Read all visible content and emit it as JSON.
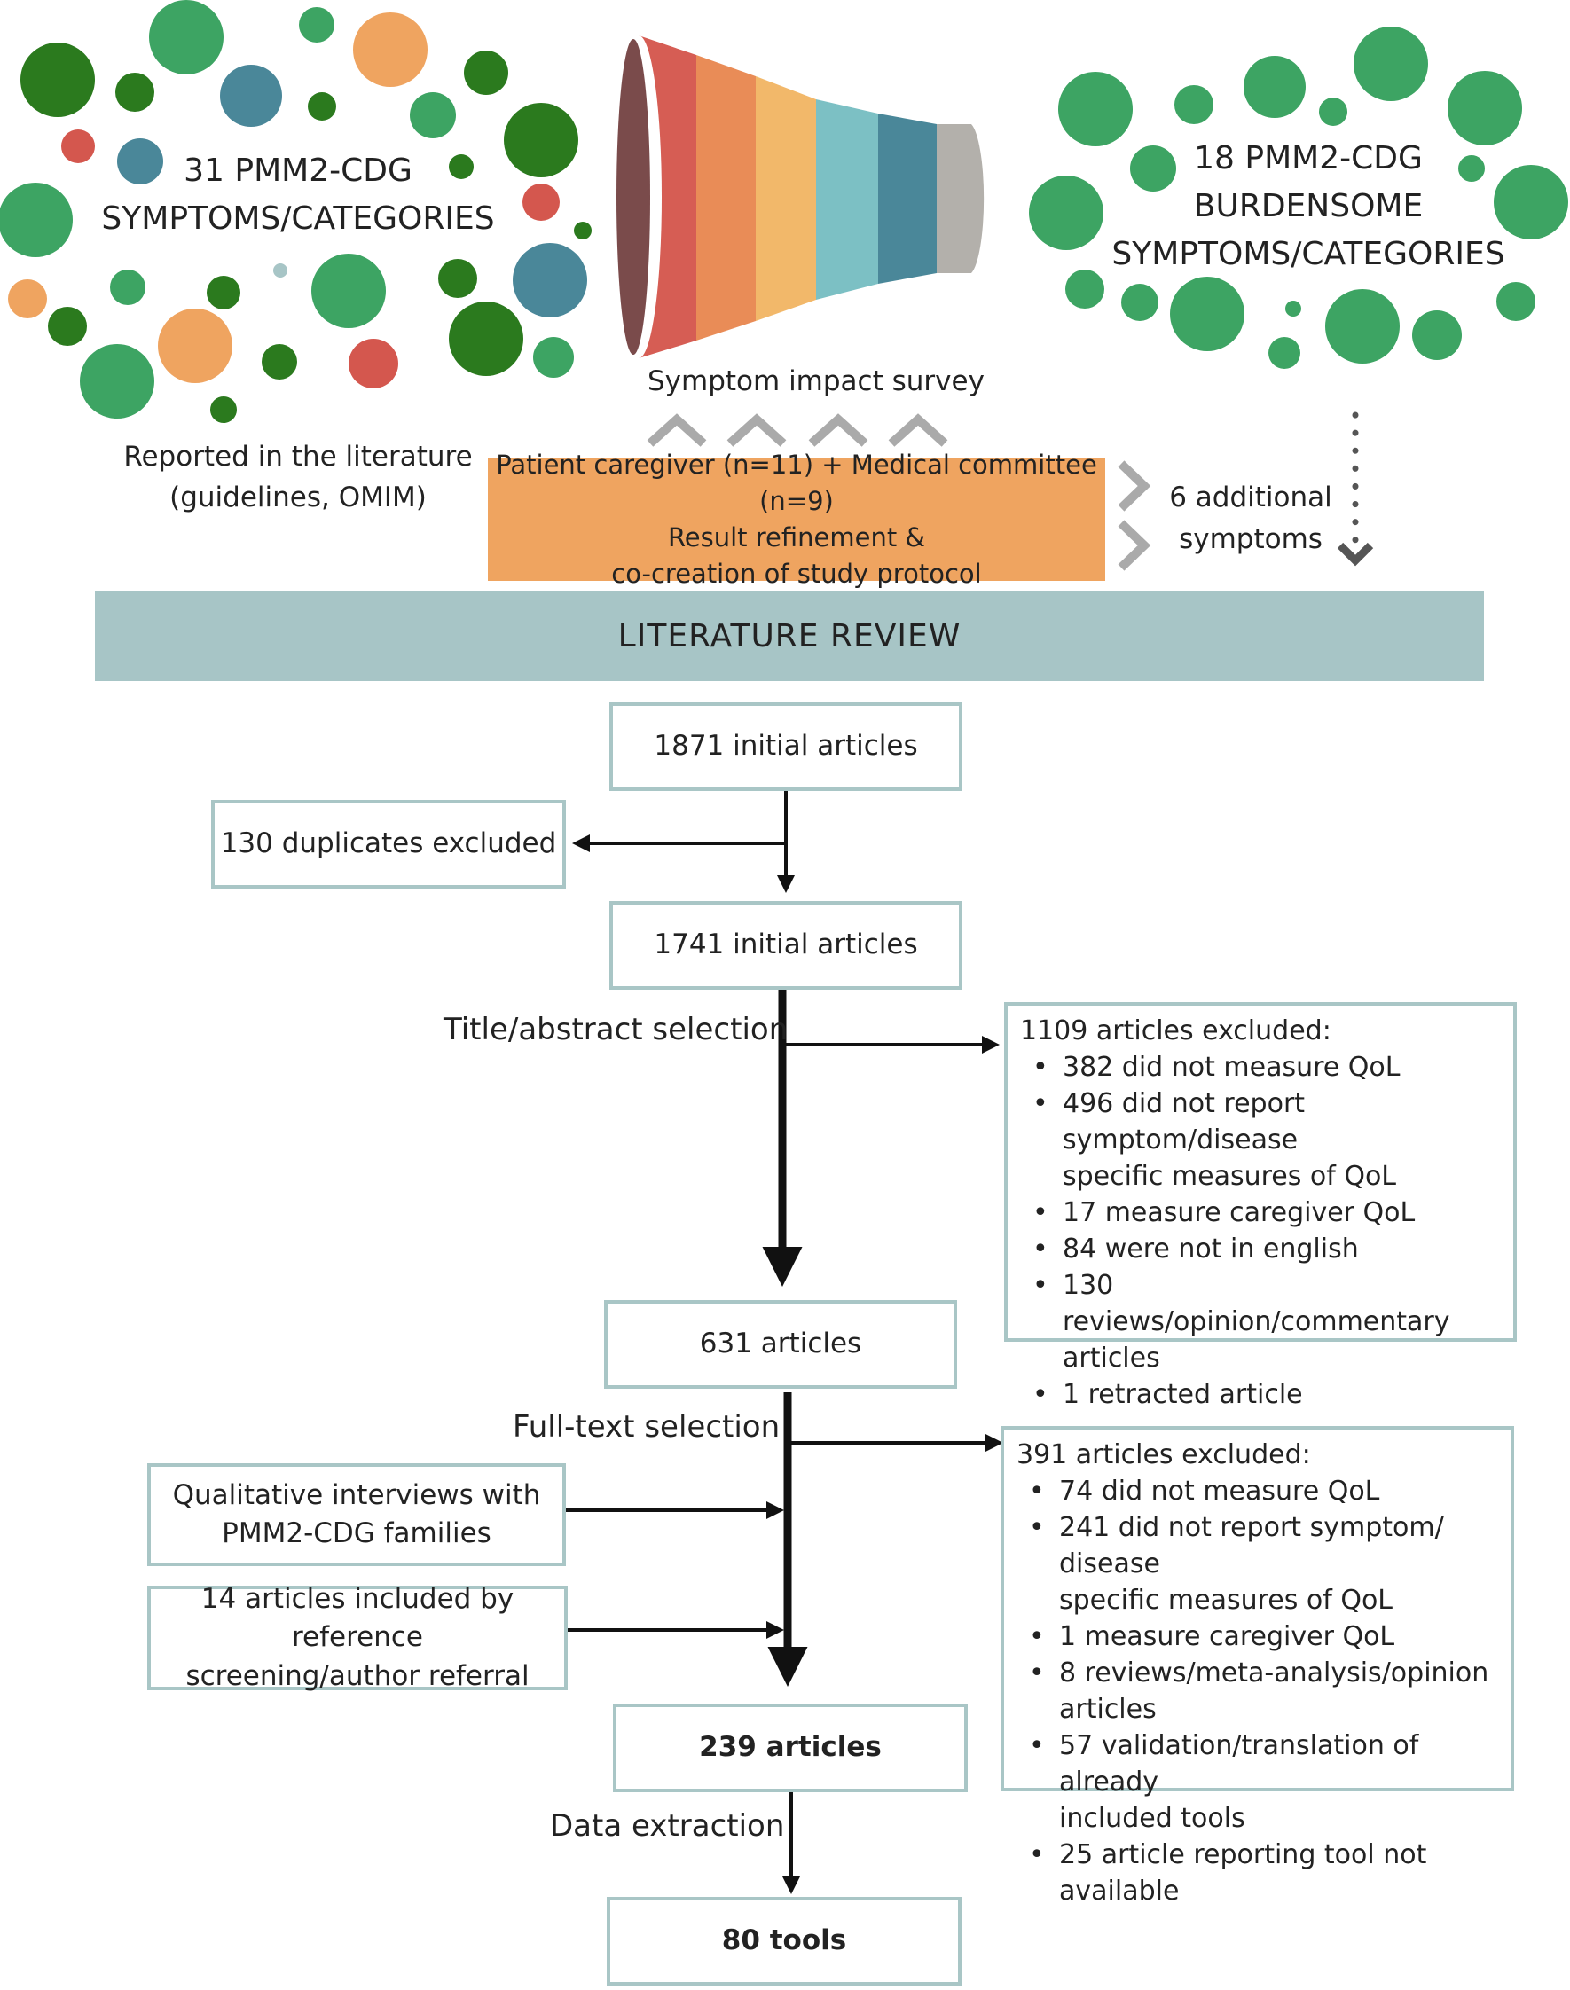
{
  "top": {
    "left_cloud": {
      "line1": "31 PMM2-CDG",
      "line2": "SYMPTOMS/CATEGORIES"
    },
    "left_caption": {
      "line1": "Reported in the literature",
      "line2": "(guidelines, OMIM)"
    },
    "survey_label": "Symptom impact survey",
    "right_cloud": {
      "line1": "18 PMM2-CDG",
      "line2": "BURDENSOME",
      "line3": "SYMPTOMS/CATEGORIES"
    },
    "committee": {
      "line1": "Patient caregiver (n=11) + Medical committee (n=9)",
      "line2": "Result refinement &",
      "line3": "co-creation of study protocol"
    },
    "additional": {
      "line1": "6 additional",
      "line2": "symptoms"
    }
  },
  "banner": "LITERATURE REVIEW",
  "flow": {
    "initial_1871": "1871 initial articles",
    "duplicates": "130 duplicates excluded",
    "initial_1741": "1741 initial articles",
    "title_abstract_label": "Title/abstract selection",
    "excluded_1": {
      "heading": "1109 articles excluded:",
      "items": [
        {
          "l1": "382 did not measure QoL",
          "l2": ""
        },
        {
          "l1": "496 did not report symptom/disease",
          "l2": "specific measures of QoL"
        },
        {
          "l1": "17 measure caregiver QoL",
          "l2": ""
        },
        {
          "l1": "84 were not in english",
          "l2": ""
        },
        {
          "l1": "130 reviews/opinion/commentary",
          "l2": "articles"
        },
        {
          "l1": "1 retracted article",
          "l2": ""
        }
      ]
    },
    "articles_631": "631 articles",
    "full_text_label": "Full-text selection",
    "interviews": {
      "line1": "Qualitative interviews with",
      "line2": "PMM2-CDG families"
    },
    "reference": {
      "line1": "14 articles included by reference",
      "line2": "screening/author referral"
    },
    "excluded_2": {
      "heading": "391 articles excluded:",
      "items": [
        {
          "l1": "74 did not measure QoL",
          "l2": ""
        },
        {
          "l1": " 241 did not report symptom/ disease",
          "l2": "specific measures of QoL"
        },
        {
          "l1": "1 measure caregiver QoL",
          "l2": ""
        },
        {
          "l1": " 8 reviews/meta-analysis/opinion",
          "l2": "articles"
        },
        {
          "l1": "57 validation/translation of already",
          "l2": "included tools"
        },
        {
          "l1": "25 article reporting tool not available",
          "l2": ""
        }
      ]
    },
    "articles_239": "239 articles",
    "data_extraction_label": "Data extraction",
    "tools_80": "80 tools"
  },
  "colors": {
    "dark_green": "#2b7a1e",
    "mid_green": "#3da463",
    "teal_blue": "#4a8799",
    "orange": "#efa460",
    "red": "#d4574e",
    "light_blue": "#a7c5c6",
    "box_border": "#a9c6c6",
    "funnel": [
      "#7a4b4b",
      "#d65d54",
      "#e98c57",
      "#f2b86a",
      "#7cc0c4",
      "#4a8799",
      "#b3b0ab"
    ]
  }
}
